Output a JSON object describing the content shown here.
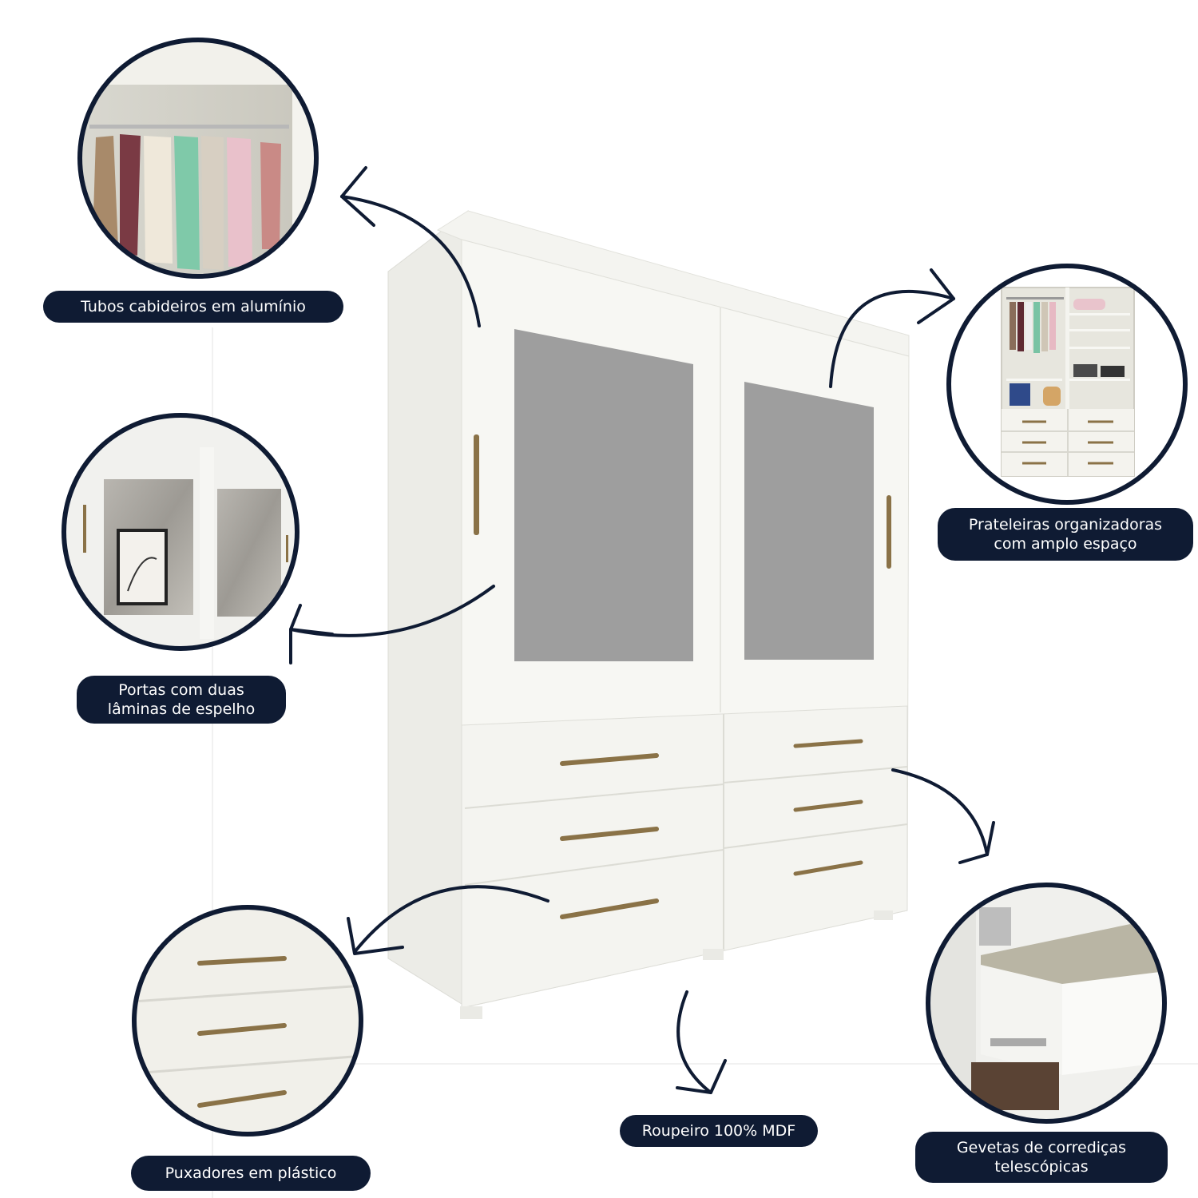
{
  "features": {
    "hanging_rails": [
      "Tubos cabideiros em alumínio"
    ],
    "mirror_doors": [
      "Portas com duas",
      "lâminas de espelho"
    ],
    "handles": [
      "Puxadores em plástico"
    ],
    "shelves": [
      "Prateleiras organizadoras",
      "com amplo espaço"
    ],
    "drawers": [
      "Gevetas de corrediças",
      "telescópicas"
    ],
    "material": [
      "Roupeiro 100% MDF"
    ]
  },
  "colors": {
    "label_background": "#0f1b33",
    "label_text": "#ffffff",
    "wardrobe_white": "#f6f6f2",
    "mirror_gray": "#9e9e9e",
    "handle_bronze": "#8a7247",
    "arrow": "#0f1b33"
  },
  "icons": [
    "curved-arrow-icon"
  ]
}
